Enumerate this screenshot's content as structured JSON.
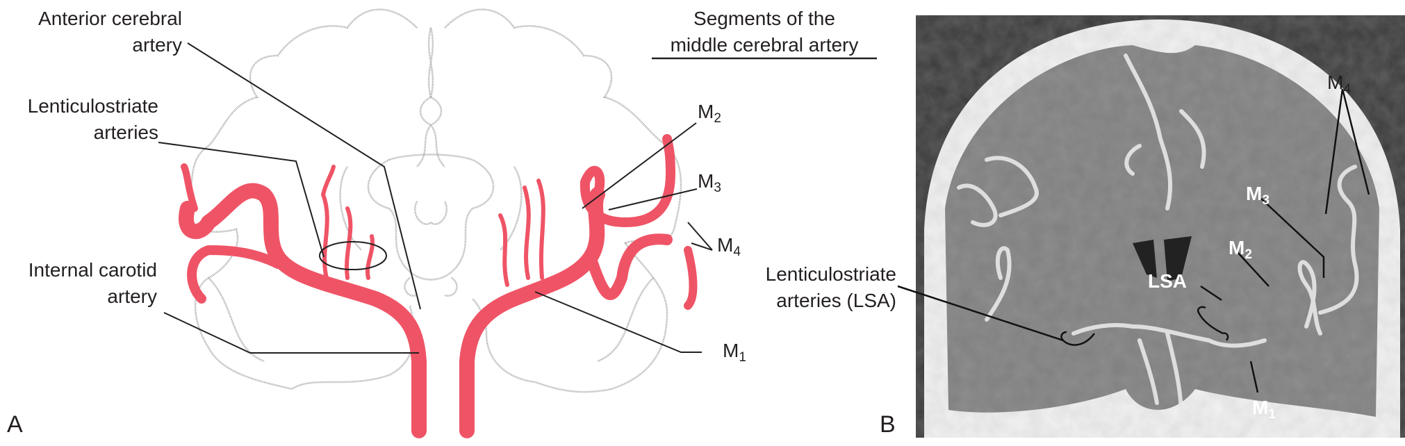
{
  "panel_a": {
    "letter": "A",
    "title_line1": "Segments of the",
    "title_line2": "middle cerebral artery",
    "aca_line1": "Anterior cerebral",
    "aca_line2": "artery",
    "lsa_line1": "Lenticulostriate",
    "lsa_line2": "arteries",
    "ica_line1": "Internal carotid",
    "ica_line2": "artery",
    "m2": {
      "base": "M",
      "sub": "2"
    },
    "m3": {
      "base": "M",
      "sub": "3"
    },
    "m4": {
      "base": "M",
      "sub": "4"
    },
    "m1": {
      "base": "M",
      "sub": "1"
    }
  },
  "panel_b": {
    "letter": "B",
    "lsa_line1": "Lenticulostriate",
    "lsa_line2": "arteries (LSA)",
    "lsa_short": "LSA",
    "m4": {
      "base": "M",
      "sub": "4"
    },
    "m3": {
      "base": "M",
      "sub": "3"
    },
    "m2": {
      "base": "M",
      "sub": "2"
    },
    "m1": {
      "base": "M",
      "sub": "1"
    }
  },
  "colors": {
    "artery": "#ef5466",
    "outline": "#9a9a9a",
    "ct_bg": "#3a3a3a",
    "skull": "#f2f2f2",
    "brain": "#7f7f7f"
  }
}
